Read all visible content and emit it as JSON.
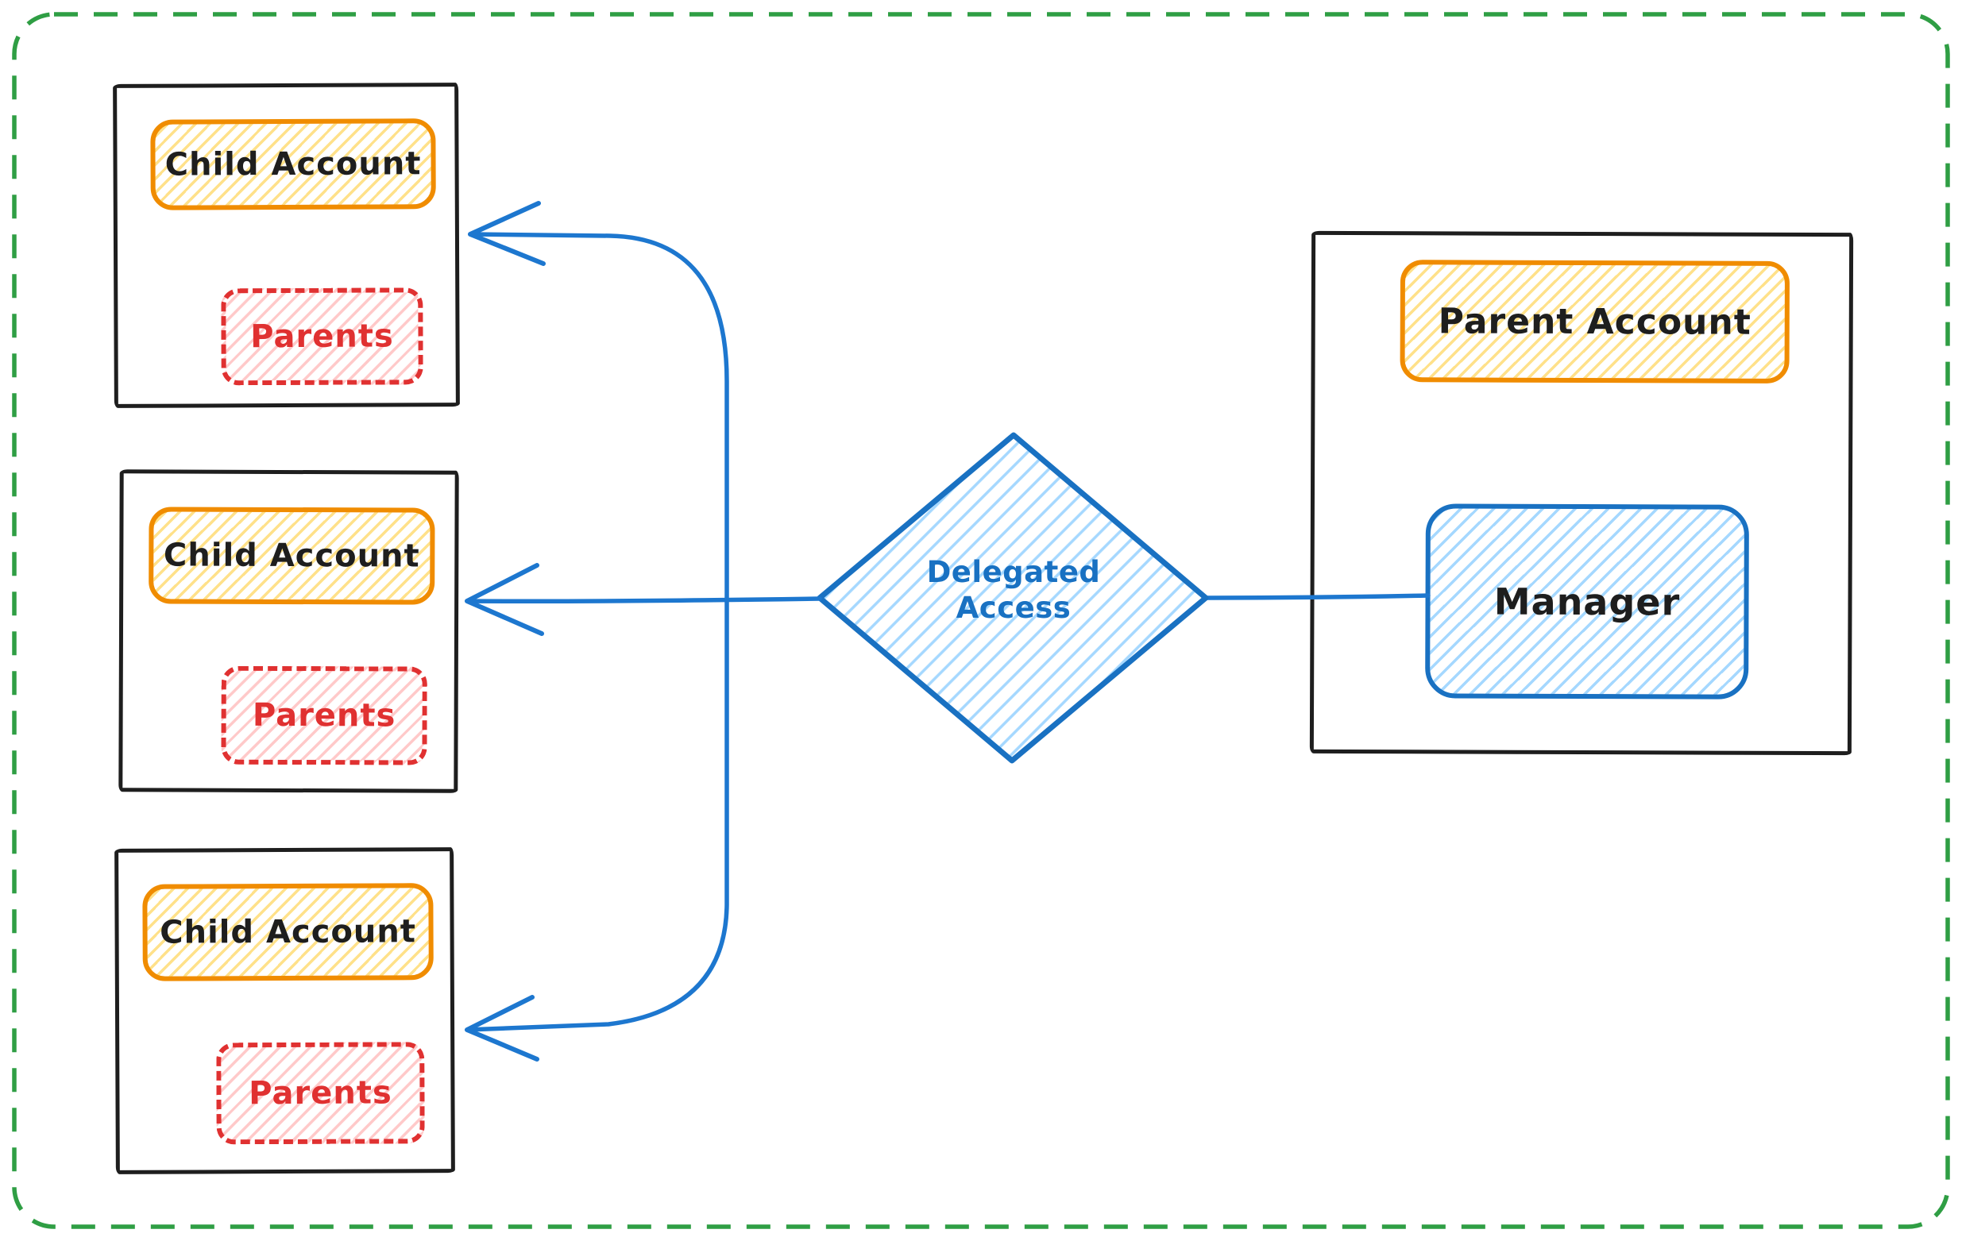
{
  "diagram": {
    "children_accounts": [
      {
        "title": "Child Account",
        "sub": "Parents"
      },
      {
        "title": "Child Account",
        "sub": "Parents"
      },
      {
        "title": "Child Account",
        "sub": "Parents"
      }
    ],
    "decision": {
      "label": "Delegated Access"
    },
    "parent_account": {
      "title": "Parent Account",
      "manager": "Manager"
    },
    "colors": {
      "canvas_border_green": "#2f9e44",
      "box_stroke_black": "#1e1e1e",
      "orange_stroke": "#f08c00",
      "yellow_hatch_fill": "#ffe18a",
      "red_stroke": "#e03131",
      "red_hatch_fill": "#ffc9c9",
      "blue_stroke": "#1971c2",
      "blue_hatch_fill": "#a5d8ff"
    }
  }
}
